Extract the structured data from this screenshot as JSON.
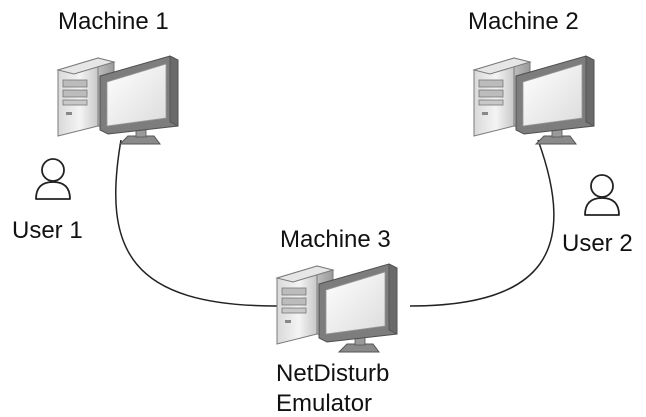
{
  "machines": [
    {
      "label": "Machine 1"
    },
    {
      "label": "Machine 2"
    },
    {
      "label": "Machine 3"
    }
  ],
  "users": [
    {
      "label": "User 1"
    },
    {
      "label": "User 2"
    }
  ],
  "emulator": {
    "line1": "NetDisturb",
    "line2": "Emulator"
  },
  "icons": {
    "computer": "desktop-computer-icon",
    "user": "user-icon"
  },
  "colors": {
    "tower_light": "#efefef",
    "tower_mid": "#cfcfcf",
    "tower_dark": "#8c8c8c",
    "monitor_frame": "#7d7d7d",
    "screen": "#f7f7f7",
    "cable": "#222222",
    "outline": "#333333"
  }
}
